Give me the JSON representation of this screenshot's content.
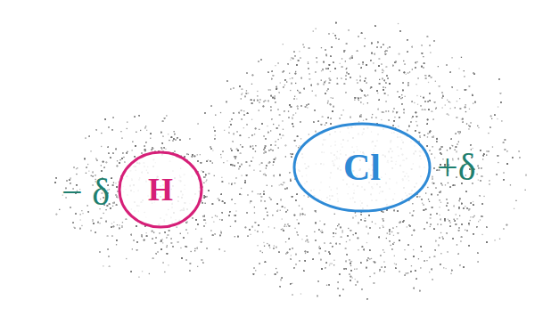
{
  "diagram": {
    "nodes": [
      {
        "text": [
          "H"
        ]
      },
      {
        "text": [
          "Cl"
        ]
      }
    ],
    "labels": [
      "− δ",
      "+δ"
    ]
  }
}
